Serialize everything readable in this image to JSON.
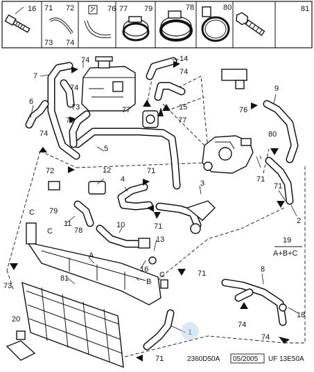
{
  "legend_strip": [
    {
      "number": "16"
    },
    {
      "number": "71",
      "alt": "73"
    },
    {
      "number": "72",
      "alt": "74"
    },
    {
      "number": "76"
    },
    {
      "number": "77"
    },
    {
      "number": "79"
    },
    {
      "number": "78"
    },
    {
      "number": "80"
    },
    {
      "number": "81"
    }
  ],
  "callouts": {
    "c1": "1",
    "c2": "2",
    "c3": "3",
    "c4": "4",
    "c5": "5",
    "c6": "6",
    "c7": "7",
    "c8": "8",
    "c9": "9",
    "c10": "10",
    "c11": "11",
    "c12": "12",
    "c13": "13",
    "c14": "14",
    "c15": "15",
    "c16": "16",
    "c18": "18",
    "c20": "20",
    "a": "A",
    "b": "B",
    "c_left": "C",
    "c_left2": "C",
    "c_right": "C",
    "n71": "71",
    "n72": "72",
    "n73": "73",
    "n74": "74",
    "n76": "76",
    "n77": "77",
    "n78": "78",
    "n79": "79",
    "n80": "80",
    "n81": "81"
  },
  "kit_note": {
    "number": "19",
    "formula": "A+B+C"
  },
  "footer": {
    "drawing_ref": "2360D50A",
    "date": "05/2005",
    "uf_ref": "UF 13E50A"
  }
}
